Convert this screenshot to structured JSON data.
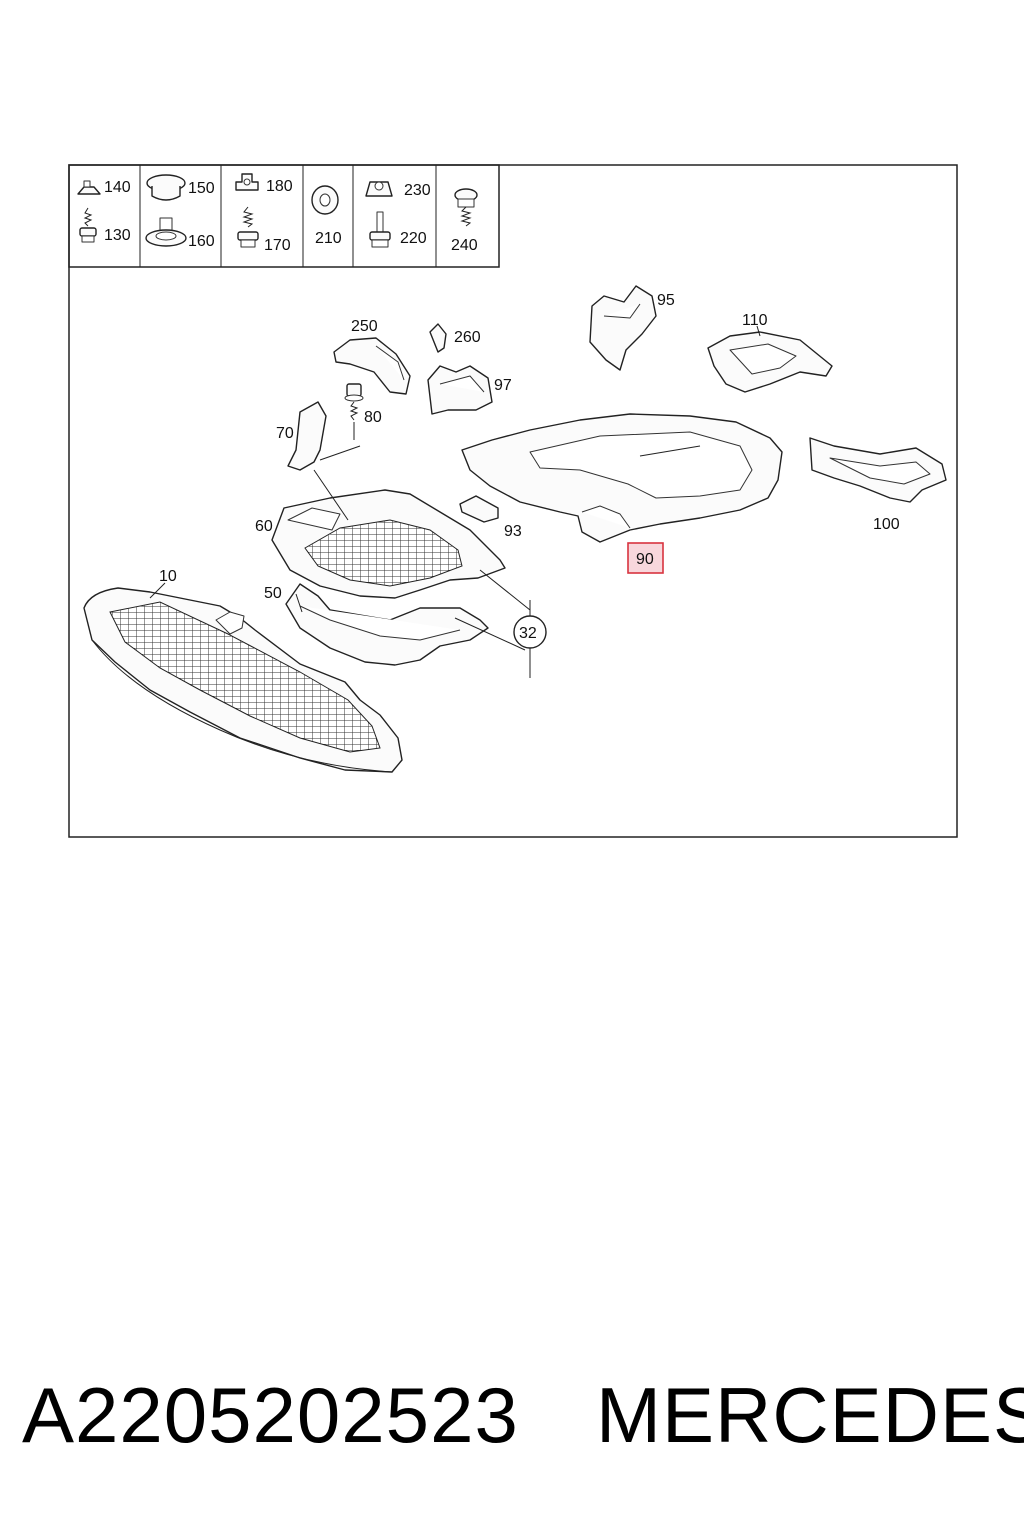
{
  "legend": {
    "cells": [
      {
        "top": "140",
        "bottom": "130"
      },
      {
        "top": "150",
        "bottom": "160"
      },
      {
        "top": "180",
        "bottom": "170"
      },
      {
        "top": "",
        "bottom": "210"
      },
      {
        "top": "230",
        "bottom": "220"
      },
      {
        "top": "",
        "bottom": "240"
      }
    ]
  },
  "callouts": {
    "p10": "10",
    "p32": "32",
    "p50": "50",
    "p60": "60",
    "p70": "70",
    "p80": "80",
    "p90": "90",
    "p93": "93",
    "p95": "95",
    "p97": "97",
    "p100": "100",
    "p110": "110",
    "p250": "250",
    "p260": "260"
  },
  "highlight": {
    "part": "90",
    "color": "#d8333f"
  },
  "caption": {
    "part_number": "A2205202523",
    "brand": "MERCEDES"
  }
}
